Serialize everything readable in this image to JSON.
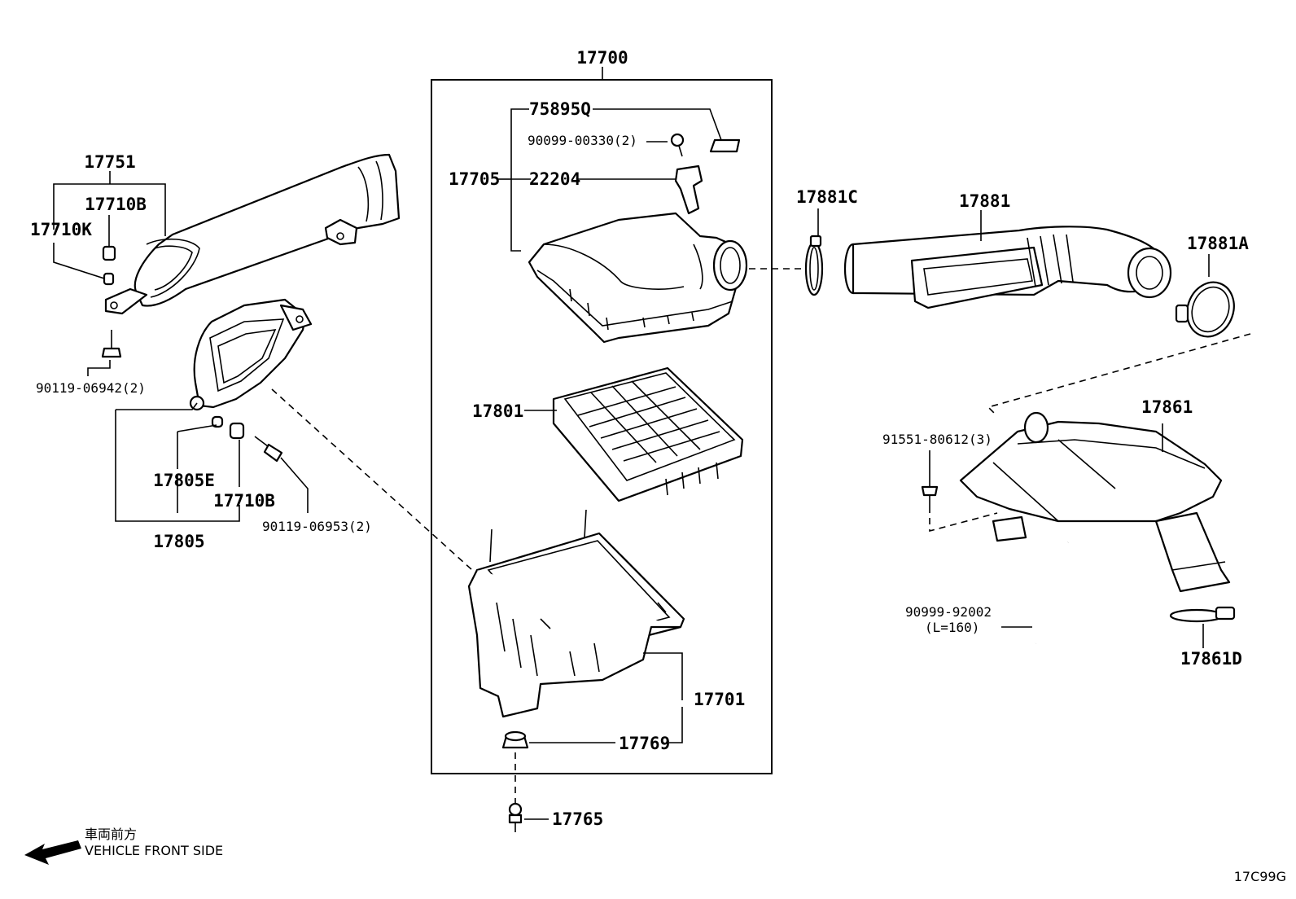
{
  "diagram": {
    "group_label": "17700",
    "labels": {
      "p17751": "17751",
      "p17710B_top": "17710B",
      "p17710K": "17710K",
      "p90119_06942": "90119-06942(2)",
      "p17805E": "17805E",
      "p17710B_bottom": "17710B",
      "p17805": "17805",
      "p90119_06953": "90119-06953(2)",
      "p75895Q": "75895Q",
      "p90099_00330": "90099-00330(2)",
      "p17705": "17705",
      "p22204": "22204",
      "p17801": "17801",
      "p17701": "17701",
      "p17769": "17769",
      "p17765": "17765",
      "p17881C": "17881C",
      "p17881": "17881",
      "p17881A": "17881A",
      "p91551_80612": "91551-80612(3)",
      "p17861": "17861",
      "p90999_92002": "90999-92002",
      "p90999_92002_len": "(L=160)",
      "p17861D": "17861D"
    },
    "direction_label_jp": "車両前方",
    "direction_label_en": "VEHICLE FRONT SIDE",
    "diagram_code": "17C99G",
    "icons": [
      "front-direction-arrow-icon"
    ]
  }
}
